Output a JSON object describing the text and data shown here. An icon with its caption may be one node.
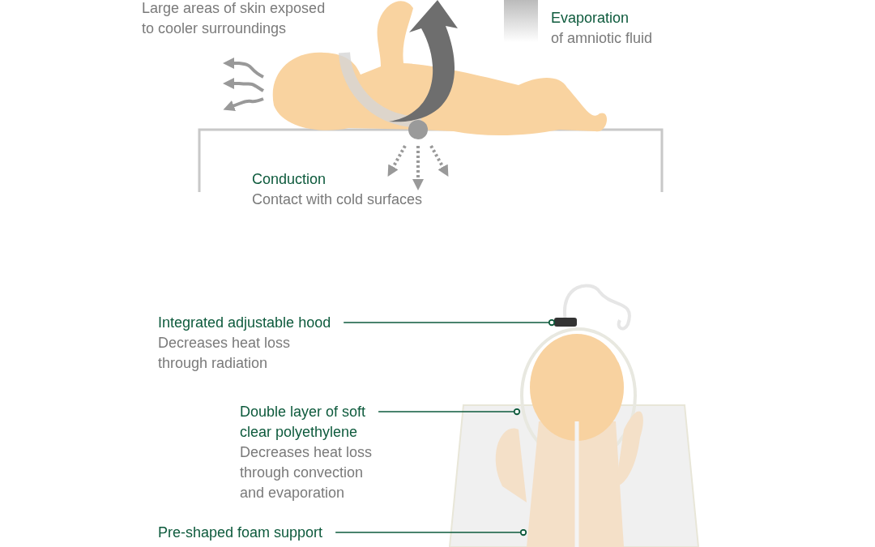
{
  "diagram": {
    "nodes": [
      {
        "text": [
          "Integrated adjustable hood",
          "Decreases heat loss through radiation"
        ]
      },
      {
        "text": [
          "Double layer of soft clear polyethylene",
          "Decreases heat loss through convection and evaporation"
        ]
      },
      {
        "text": [
          "Pre-shaped foam support"
        ]
      }
    ],
    "edges": [
      {
        "from": 0,
        "to": null,
        "arrow": "other"
      },
      {
        "from": 1,
        "to": null,
        "arrow": "other"
      },
      {
        "from": 2,
        "to": null,
        "arrow": "other"
      }
    ],
    "labels": [
      "Large areas of skin exposed to cooler surroundings",
      "Evaporation",
      "of amniotic fluid",
      "Conduction",
      "Contact with cold surfaces"
    ]
  }
}
